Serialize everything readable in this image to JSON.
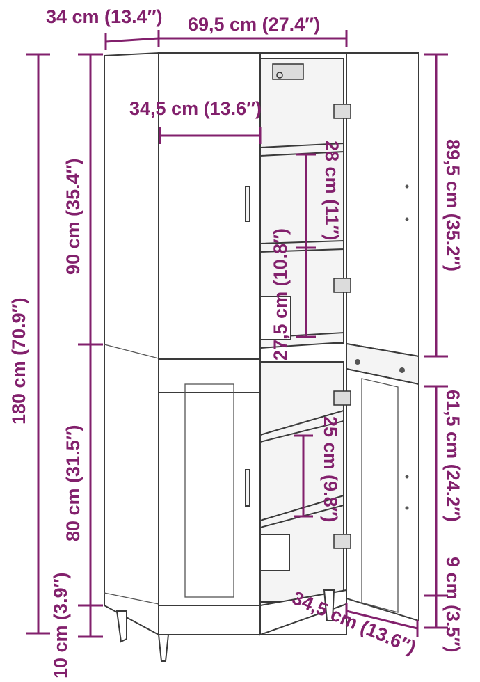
{
  "colors": {
    "dimension": "#82206c",
    "outline": "#3a3a3a",
    "background": "#ffffff"
  },
  "dimensions": {
    "depth": "34 cm (13.4″)",
    "width": "69,5 cm (27.4″)",
    "door_width": "34,5 cm (13.6″)",
    "total_height": "180 cm (70.9″)",
    "upper_height": "90 cm (35.4″)",
    "lower_height": "80 cm (31.5″)",
    "leg_height": "10 cm (3.9″)",
    "upper_shelf_1": "28 cm (11″)",
    "upper_shelf_2": "27,5 cm (10.8″)",
    "upper_door_height": "89,5 cm (35.2″)",
    "lower_shelf": "25 cm (9.8″)",
    "lower_door_height": "61,5 cm (24.2″)",
    "plinth_height": "9 cm (3.5″)",
    "lower_door_width": "34,5 cm (13.6″)"
  }
}
